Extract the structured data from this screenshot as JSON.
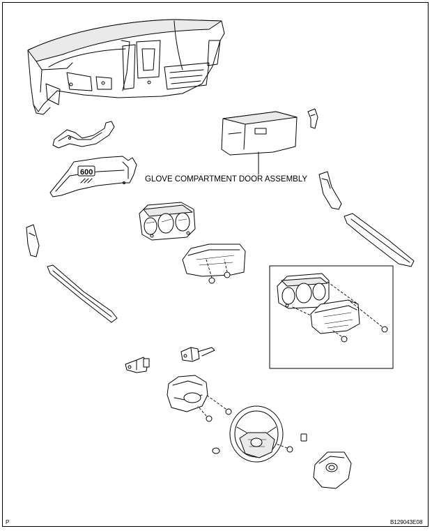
{
  "callout": {
    "glove_compartment_label": "GLOVE COMPARTMENT DOOR ASSEMBLY"
  },
  "footer": {
    "page_marker": "P",
    "figure_code": "B129043E08"
  },
  "icons": [
    "instrument-panel-icon",
    "lower-finish-panel-icon",
    "lower-panel-sub-assembly-icon",
    "glove-compartment-door-icon",
    "clip-icon",
    "side-panel-left-icon",
    "side-panel-right-icon",
    "scuff-plate-left-icon",
    "scuff-plate-right-icon",
    "combination-meter-icon",
    "meter-hood-icon",
    "switch-icon",
    "steering-column-cover-icon",
    "steering-wheel-icon",
    "horn-pad-icon",
    "screw-icon",
    "nut-icon"
  ]
}
